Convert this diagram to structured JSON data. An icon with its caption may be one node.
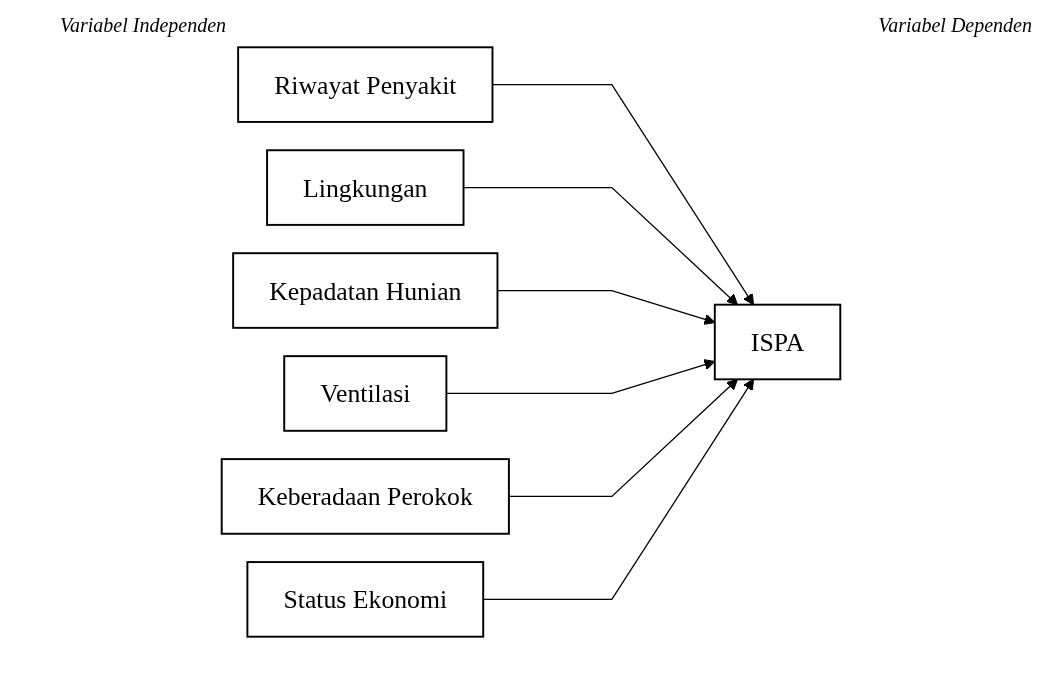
{
  "diagram": {
    "nodes": [
      {
        "text": [
          "Riwayat Penyakit"
        ]
      },
      {
        "text": [
          "Lingkungan"
        ]
      },
      {
        "text": [
          "Kepadatan Hunian"
        ]
      },
      {
        "text": [
          "Ventilasi"
        ]
      },
      {
        "text": [
          "Keberadaan Perokok"
        ]
      },
      {
        "text": [
          "Status Ekonomi"
        ]
      },
      {
        "text": [
          "ISPA"
        ]
      }
    ],
    "edges": [
      {
        "from": 0,
        "to": 6,
        "arrow": "to"
      },
      {
        "from": 1,
        "to": 6,
        "arrow": "to"
      },
      {
        "from": 2,
        "to": 6,
        "arrow": "to"
      },
      {
        "from": 3,
        "to": 6,
        "arrow": "to"
      },
      {
        "from": 4,
        "to": 6,
        "arrow": "to"
      },
      {
        "from": 5,
        "to": 6,
        "arrow": "to"
      }
    ],
    "labels": [
      "Variabel Independen",
      "Variabel Dependen"
    ]
  }
}
